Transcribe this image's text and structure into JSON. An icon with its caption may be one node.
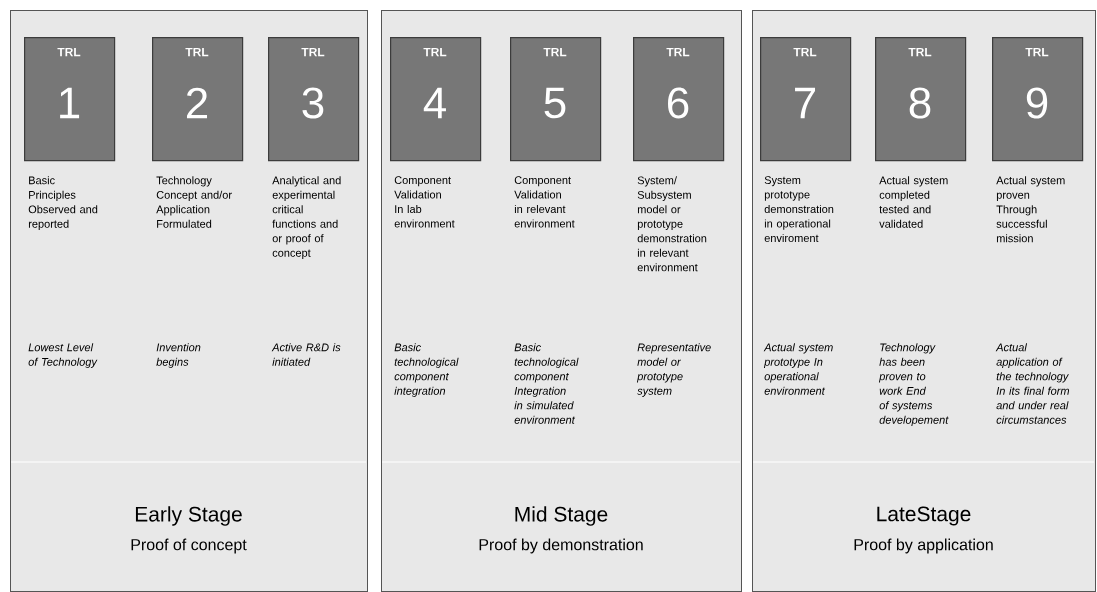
{
  "diagram": {
    "nodes": [
      {
        "text": [
          "Early Stage",
          "Proof of concept"
        ]
      },
      {
        "text": [
          "TRL",
          "1"
        ],
        "in": 0,
        "beside": [
          "Basic Principles Observed and reported"
        ]
      },
      {
        "text": [
          "TRL",
          "2"
        ],
        "in": 0,
        "beside": [
          "Technology Concept and/or Application Formulated"
        ]
      },
      {
        "text": [
          "TRL",
          "3"
        ],
        "in": 0,
        "beside": [
          "Analytical and experimental critical functions and or proof of concept"
        ]
      },
      {
        "text": [
          "Mid Stage",
          "Proof by demonstration"
        ]
      },
      {
        "text": [
          "TRL",
          "4"
        ],
        "in": 4,
        "beside": [
          "Component Validation In lab environment"
        ]
      },
      {
        "text": [
          "TRL",
          "5"
        ],
        "in": 4,
        "beside": [
          "Component Validation in relevant environment"
        ]
      },
      {
        "text": [
          "TRL",
          "6"
        ],
        "in": 4,
        "beside": [
          "System/ Subsystem model or prototype demonstration in relevant environment"
        ]
      },
      {
        "text": [
          "LateStage",
          "Proof by application"
        ]
      },
      {
        "text": [
          "TRL",
          "7"
        ],
        "in": 8,
        "beside": [
          "System prototype demonstration in operational enviroment"
        ]
      },
      {
        "text": [
          "TRL",
          "8"
        ],
        "in": 8,
        "beside": [
          "Actual system completed tested and validated"
        ]
      },
      {
        "text": [
          "TRL",
          "9"
        ],
        "in": 8,
        "beside": [
          "Actual system proven Through successful mission"
        ]
      }
    ],
    "labels": [
      "Lowest Level of Technology",
      "Invention begins",
      "Active R&D is initiated",
      "Basic technological component integration",
      "Basic technological component Integration in simulated environment",
      "Representative model or prototype system",
      "Actual system prototype In operational environment",
      "Technology has been proven to work End of systems developement",
      "Actual application of the technology In its final form and under real circumstances"
    ]
  }
}
